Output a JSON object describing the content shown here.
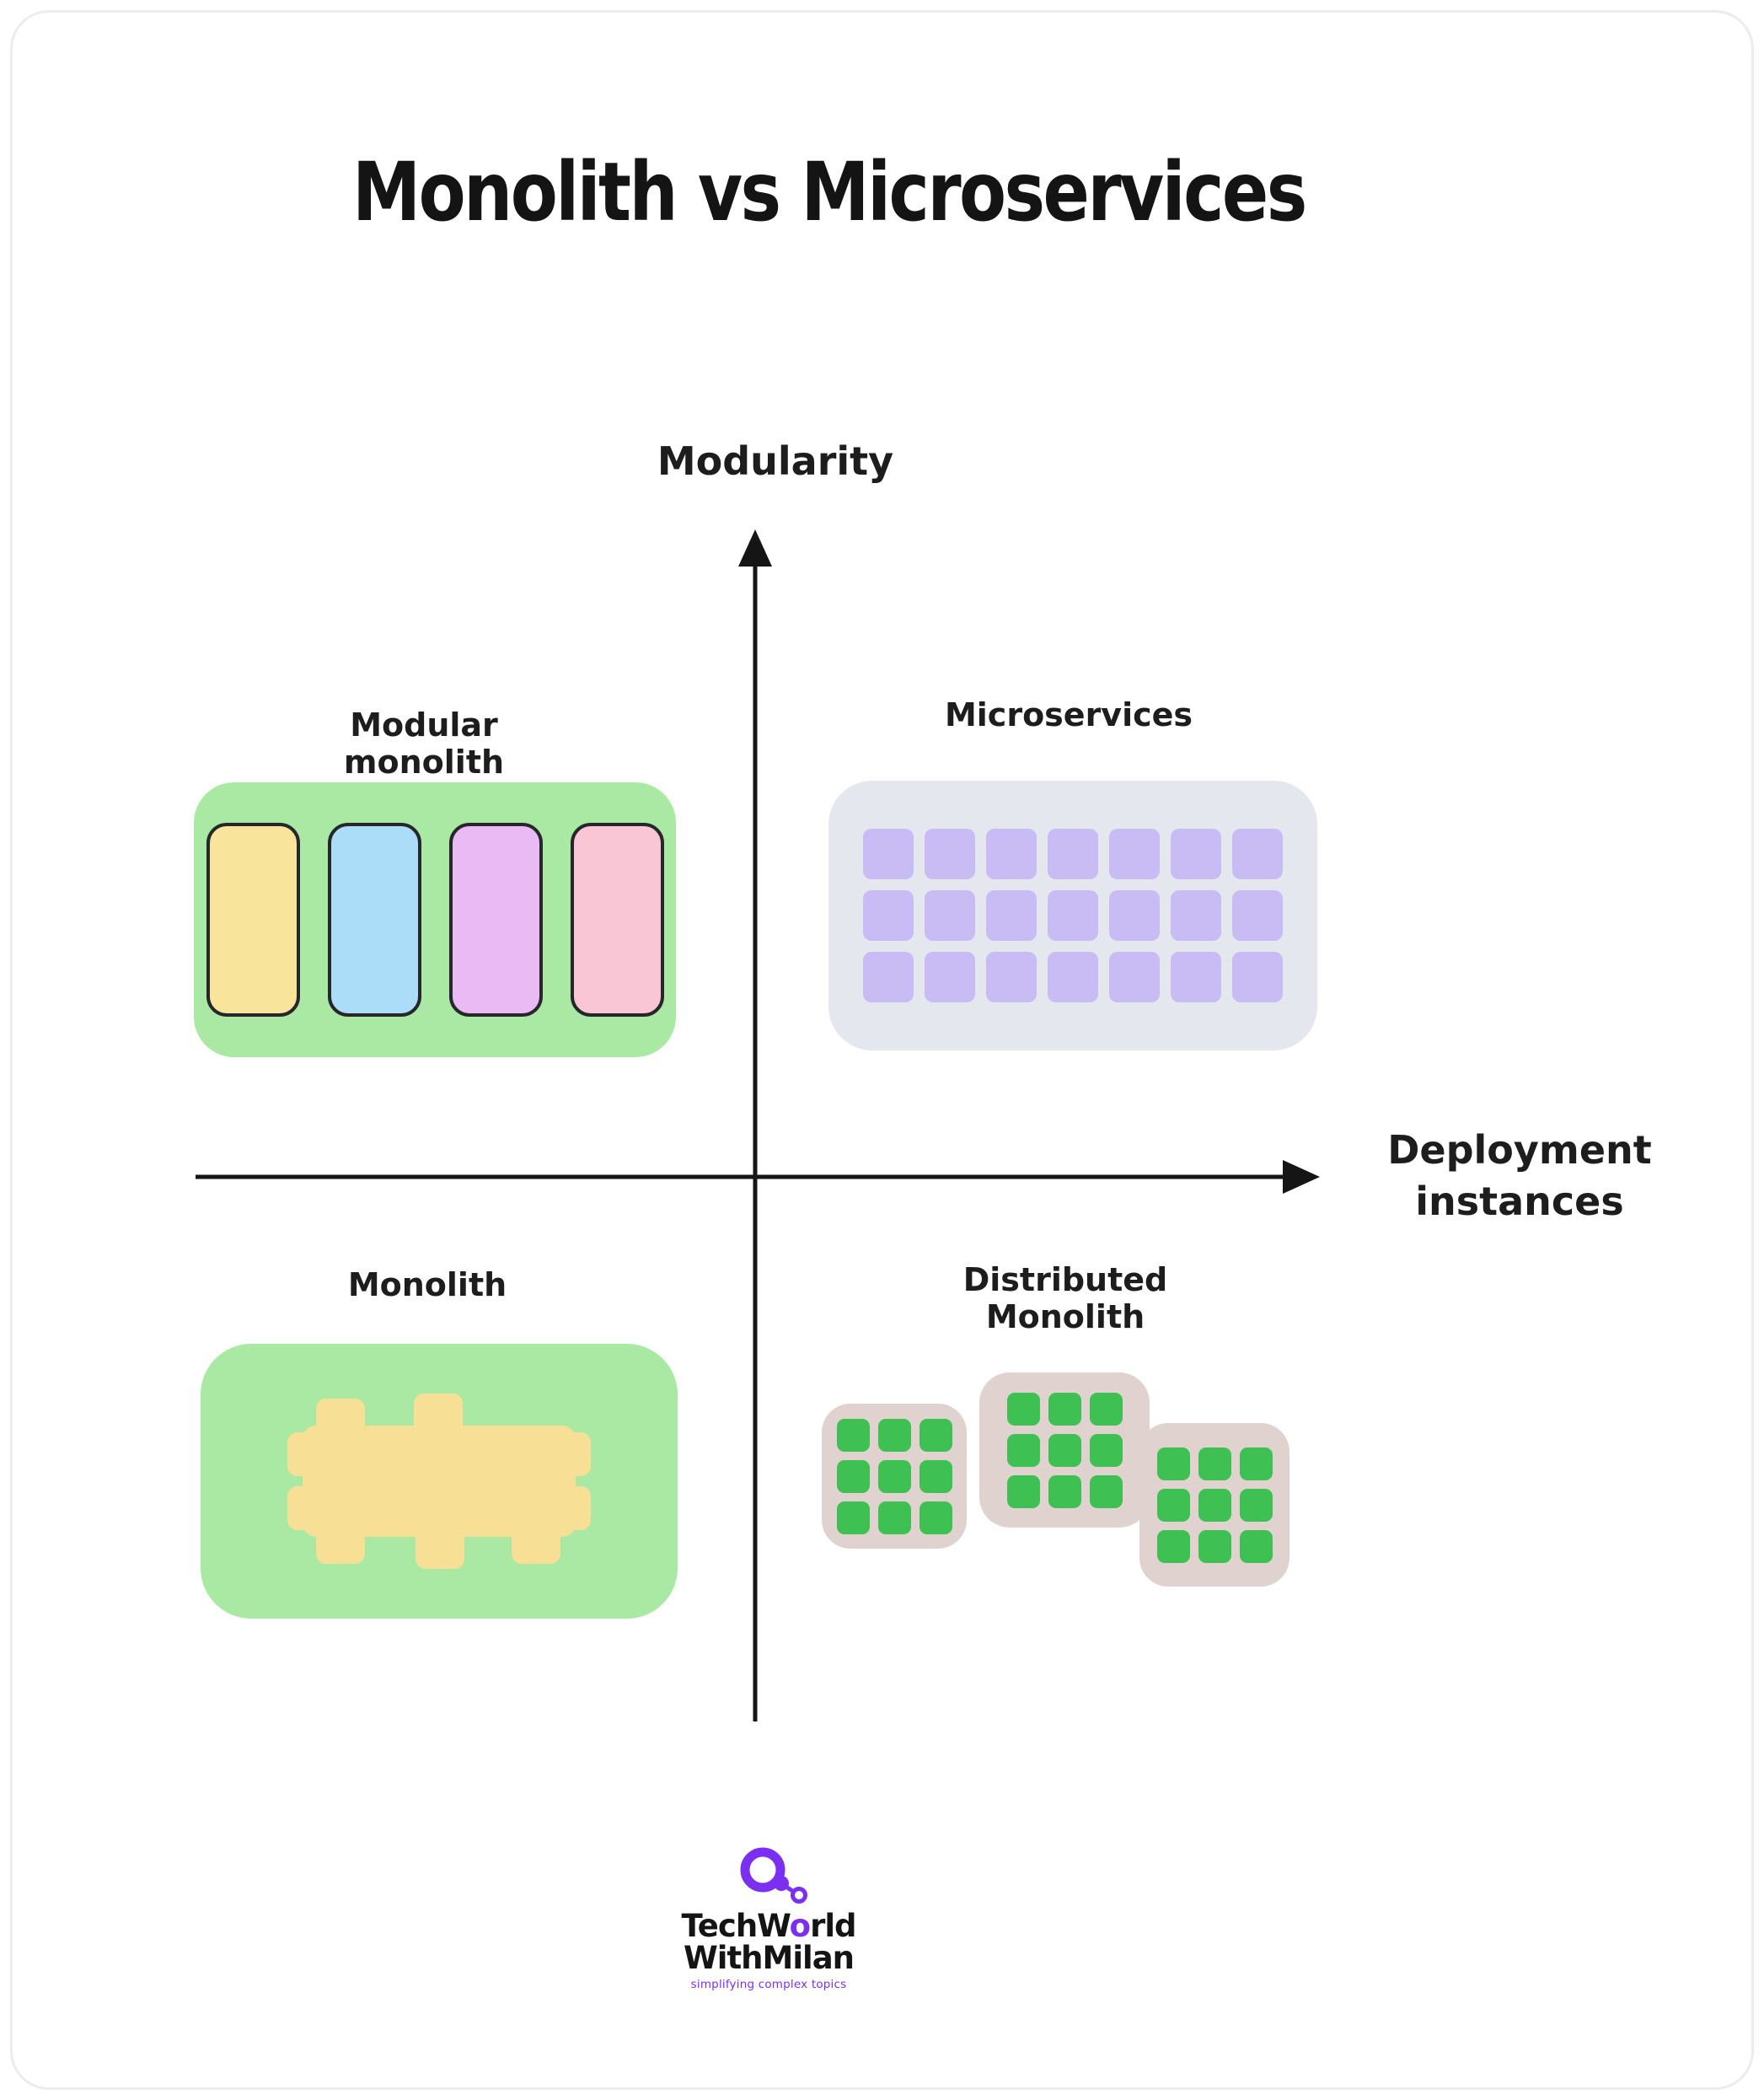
{
  "page": {
    "title": "Monolith vs Microservices"
  },
  "axes": {
    "y_label": "Modularity",
    "x_label": {
      "line1": "Deployment",
      "line2": "instances"
    }
  },
  "quadrants": {
    "top_left": {
      "label": "Modular monolith",
      "module_colors": [
        "#f8e49a",
        "#abdcf8",
        "#e9baf4",
        "#f9c6d5"
      ]
    },
    "top_right": {
      "label": "Microservices",
      "grid": {
        "rows": 3,
        "cols": 7
      }
    },
    "bottom_left": {
      "label": "Monolith"
    },
    "bottom_right": {
      "label": "Distributed Monolith",
      "clusters": 3,
      "grid": {
        "rows": 3,
        "cols": 3
      }
    }
  },
  "colors": {
    "ink": "#1c1c1c",
    "green_block": "#a9e9a3",
    "monolith_yellow": "#f7e096",
    "ms_container": "#e4e7ed",
    "ms_square": "#c9bcf4",
    "dm_container": "#e0d3cf",
    "dm_square": "#3ec052",
    "slice_outline": "#26262b",
    "brand_purple": "#7b2ff0"
  },
  "logo": {
    "line1_pre": "TechW",
    "line1_o": "o",
    "line1_post": "rld",
    "line2": "WithMilan",
    "tagline": "simplifying complex topics"
  }
}
